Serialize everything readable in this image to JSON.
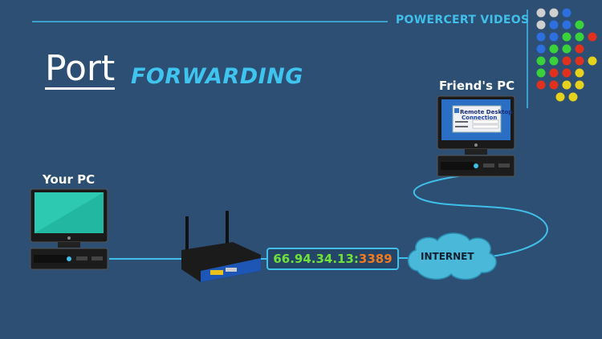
{
  "header": {
    "brand": "POWERCERT VIDEOS"
  },
  "title": {
    "word1": "Port",
    "word2": "FORWARDING"
  },
  "nodes": {
    "your_pc": {
      "label": "Your PC",
      "icon": "desktop-computer-icon"
    },
    "friends_pc": {
      "label": "Friend's PC",
      "icon": "desktop-computer-icon"
    },
    "router": {
      "icon": "wireless-router-icon"
    },
    "internet": {
      "label": "INTERNET",
      "icon": "cloud-icon"
    }
  },
  "connection": {
    "ip": "66.94.34.13",
    "separator": ":",
    "port": "3389"
  },
  "remote_desktop_window": {
    "title_line1": "Remote Desktop",
    "title_line2": "Connection"
  },
  "colors": {
    "background": "#2c4f73",
    "accent": "#3fbfea",
    "ip_color": "#6fe23a",
    "port_color": "#f07a20",
    "cloud": "#4ab8d8"
  }
}
